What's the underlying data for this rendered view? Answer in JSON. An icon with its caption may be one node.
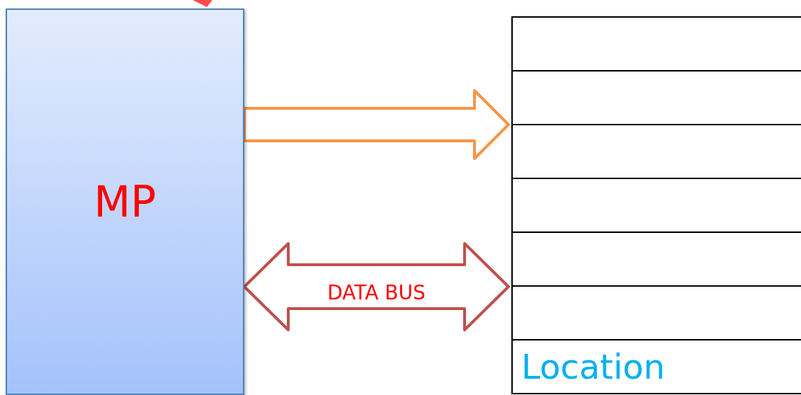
{
  "diagram": {
    "nodes": [
      {
        "text": [
          "MP"
        ]
      },
      {
        "text": [],
        "shape": "box"
      },
      {
        "text": [],
        "shape": "box",
        "in": 1
      },
      {
        "text": [],
        "shape": "box",
        "in": 1
      },
      {
        "text": [],
        "shape": "box",
        "in": 1
      },
      {
        "text": [],
        "shape": "box",
        "in": 1
      },
      {
        "text": [],
        "shape": "box",
        "in": 1
      },
      {
        "text": [],
        "shape": "box",
        "in": 1
      },
      {
        "text": [
          "Location"
        ],
        "in": 1
      }
    ],
    "edges": [
      {
        "from": 0,
        "to": 1,
        "arrow": "to",
        "color": "#f79646"
      },
      {
        "from": 0,
        "to": 1,
        "arrow": "both",
        "label": "DATA BUS",
        "color": "#c0504d"
      }
    ]
  }
}
